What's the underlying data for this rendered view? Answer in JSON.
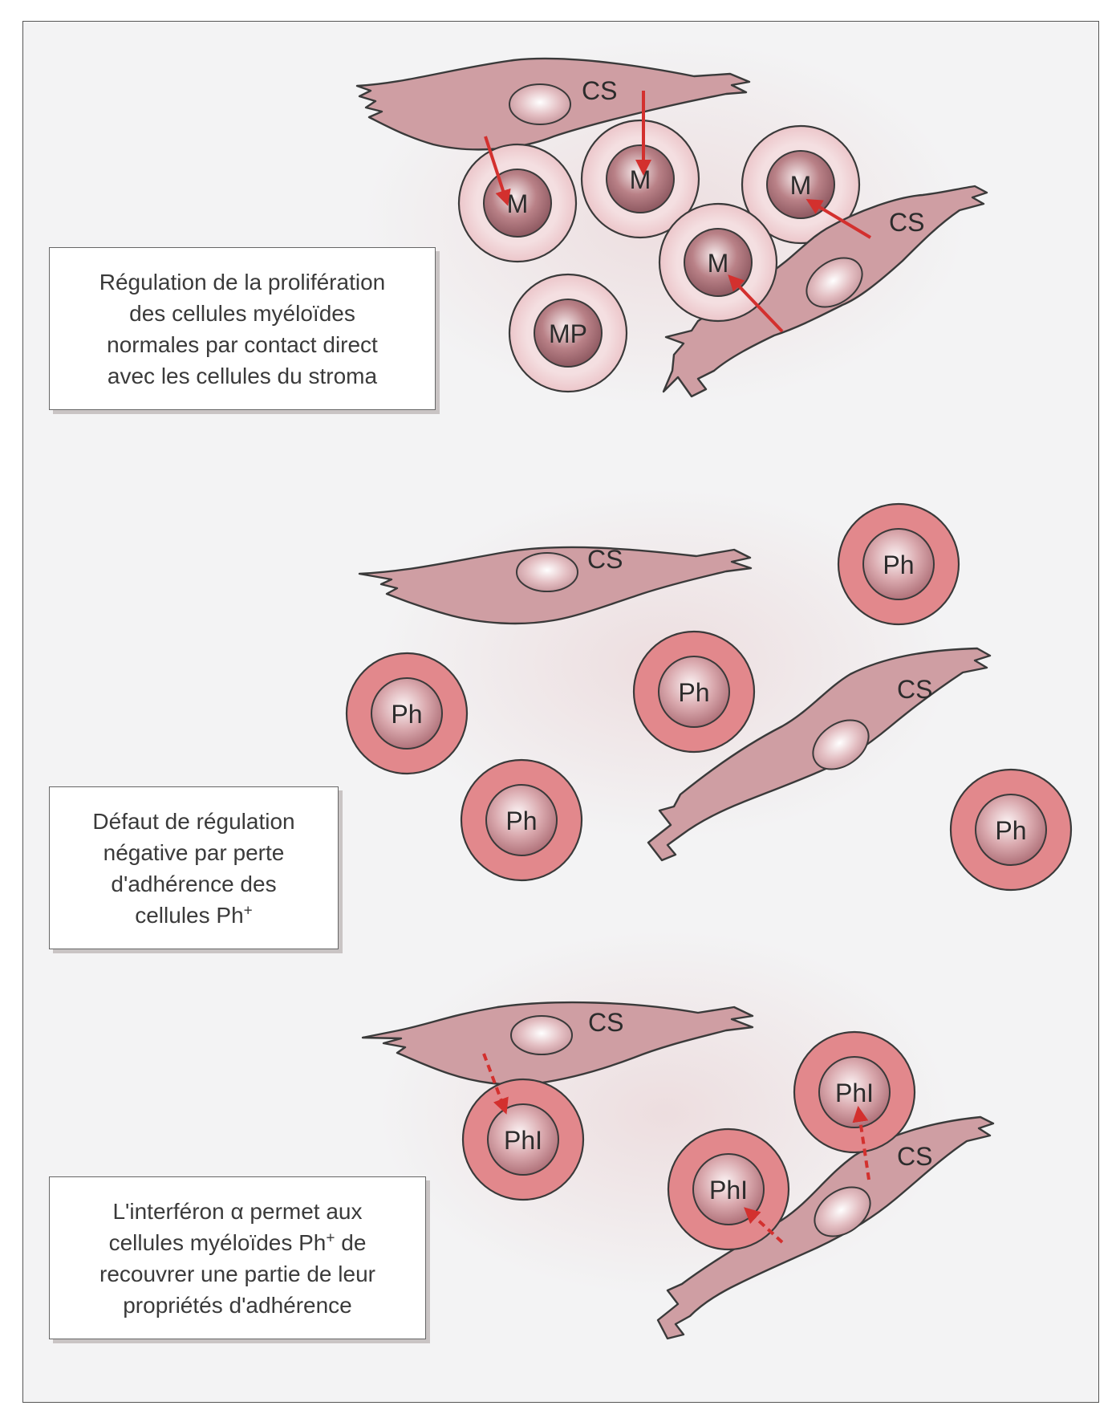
{
  "colors": {
    "stroma_fill": "#cf9ea3",
    "outline": "#3a3a3a",
    "normal_cell_outer": "#f1d3d6",
    "ph_cell_outer": "#e2888c",
    "arrow": "#d3302e"
  },
  "panels": [
    {
      "caption_lines": [
        "Régulation de la prolifération",
        "des cellules myéloïdes",
        "normales par contact direct",
        "avec les cellules du stroma"
      ],
      "stroma_labels": [
        "CS",
        "CS"
      ],
      "cell_labels": [
        "M",
        "M",
        "M",
        "M",
        "MP"
      ],
      "arrows": "solid"
    },
    {
      "caption_lines": [
        "Défaut de régulation",
        "négative par perte",
        "d'adhérence des"
      ],
      "caption_last_line": "cellules Ph",
      "caption_sup": "+",
      "stroma_labels": [
        "CS",
        "CS"
      ],
      "cell_labels": [
        "Ph",
        "Ph",
        "Ph",
        "Ph",
        "Ph"
      ],
      "arrows": "none"
    },
    {
      "caption_line1": "L'interféron α permet aux",
      "caption_line2_pre": "cellules myéloïdes Ph",
      "caption_line2_sup": "+",
      "caption_line2_post": " de",
      "caption_lines": [
        "recouvrer une partie de leur",
        "propriétés d'adhérence"
      ],
      "stroma_labels": [
        "CS",
        "CS"
      ],
      "cell_labels": [
        "PhI",
        "PhI",
        "PhI"
      ],
      "arrows": "dashed"
    }
  ]
}
